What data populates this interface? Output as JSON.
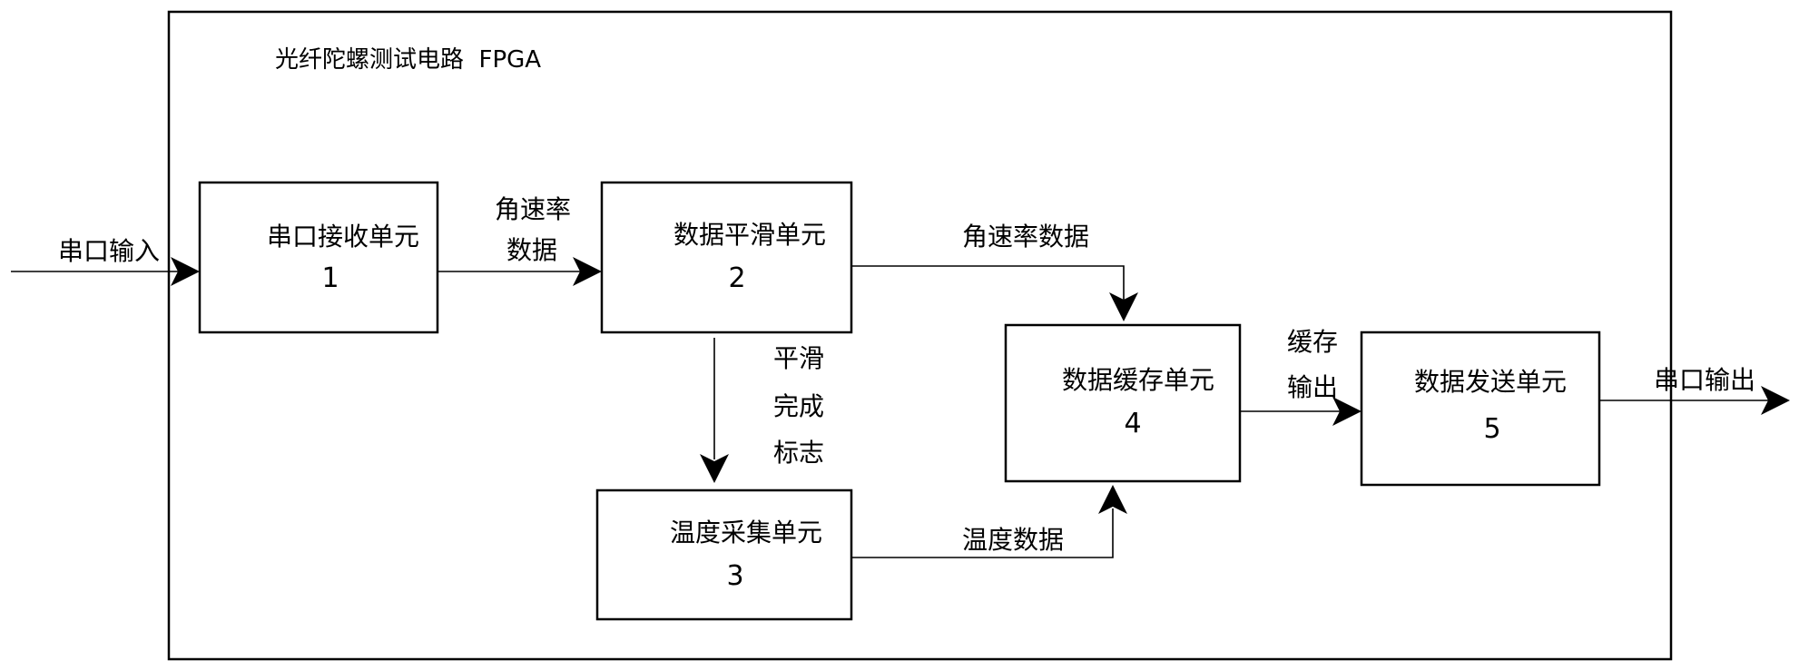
{
  "title": "光纤陀螺测试电路  FPGA",
  "units": [
    {
      "name": "串口接收单元",
      "number": "1"
    },
    {
      "name": "数据平滑单元",
      "number": "2"
    },
    {
      "name": "温度采集单元",
      "number": "3"
    },
    {
      "name": "数据缓存单元",
      "number": "4"
    },
    {
      "name": "数据发送单元",
      "number": "5"
    }
  ],
  "signals": {
    "serial_in": "串口输入",
    "rate_data_1": [
      "角速率",
      "数据"
    ],
    "rate_data_2": "角速率数据",
    "smooth_done": [
      "平滑",
      "完成",
      "标志"
    ],
    "temp_data": "温度数据",
    "cache_out": [
      "缓存",
      "输出"
    ],
    "serial_out": "串口输出"
  }
}
